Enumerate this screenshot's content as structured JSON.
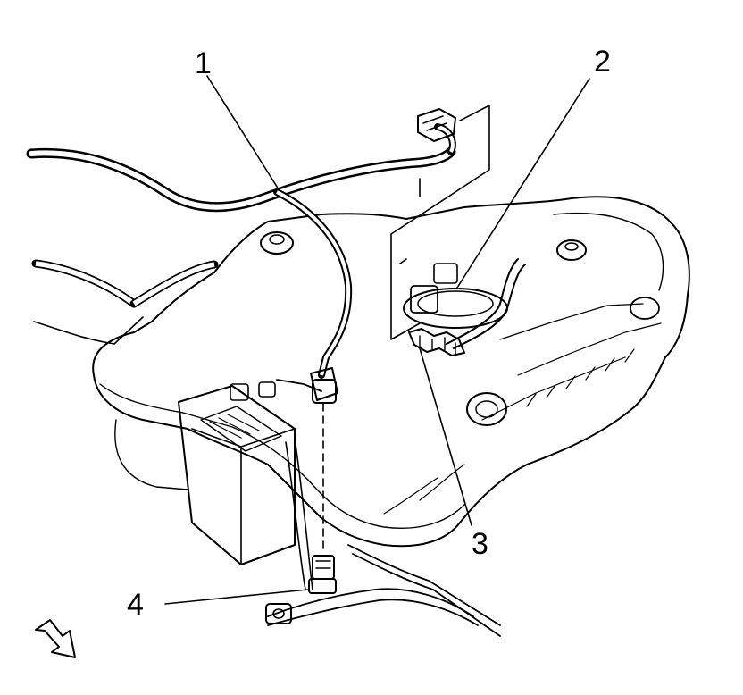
{
  "diagram": {
    "callouts": [
      {
        "id": "1",
        "label": "1"
      },
      {
        "id": "2",
        "label": "2"
      },
      {
        "id": "3",
        "label": "3"
      },
      {
        "id": "4",
        "label": "4"
      }
    ],
    "icons": {
      "direction_arrow": "view-direction-arrow-icon"
    },
    "colors": {
      "line": "#000000",
      "background": "#ffffff"
    }
  }
}
